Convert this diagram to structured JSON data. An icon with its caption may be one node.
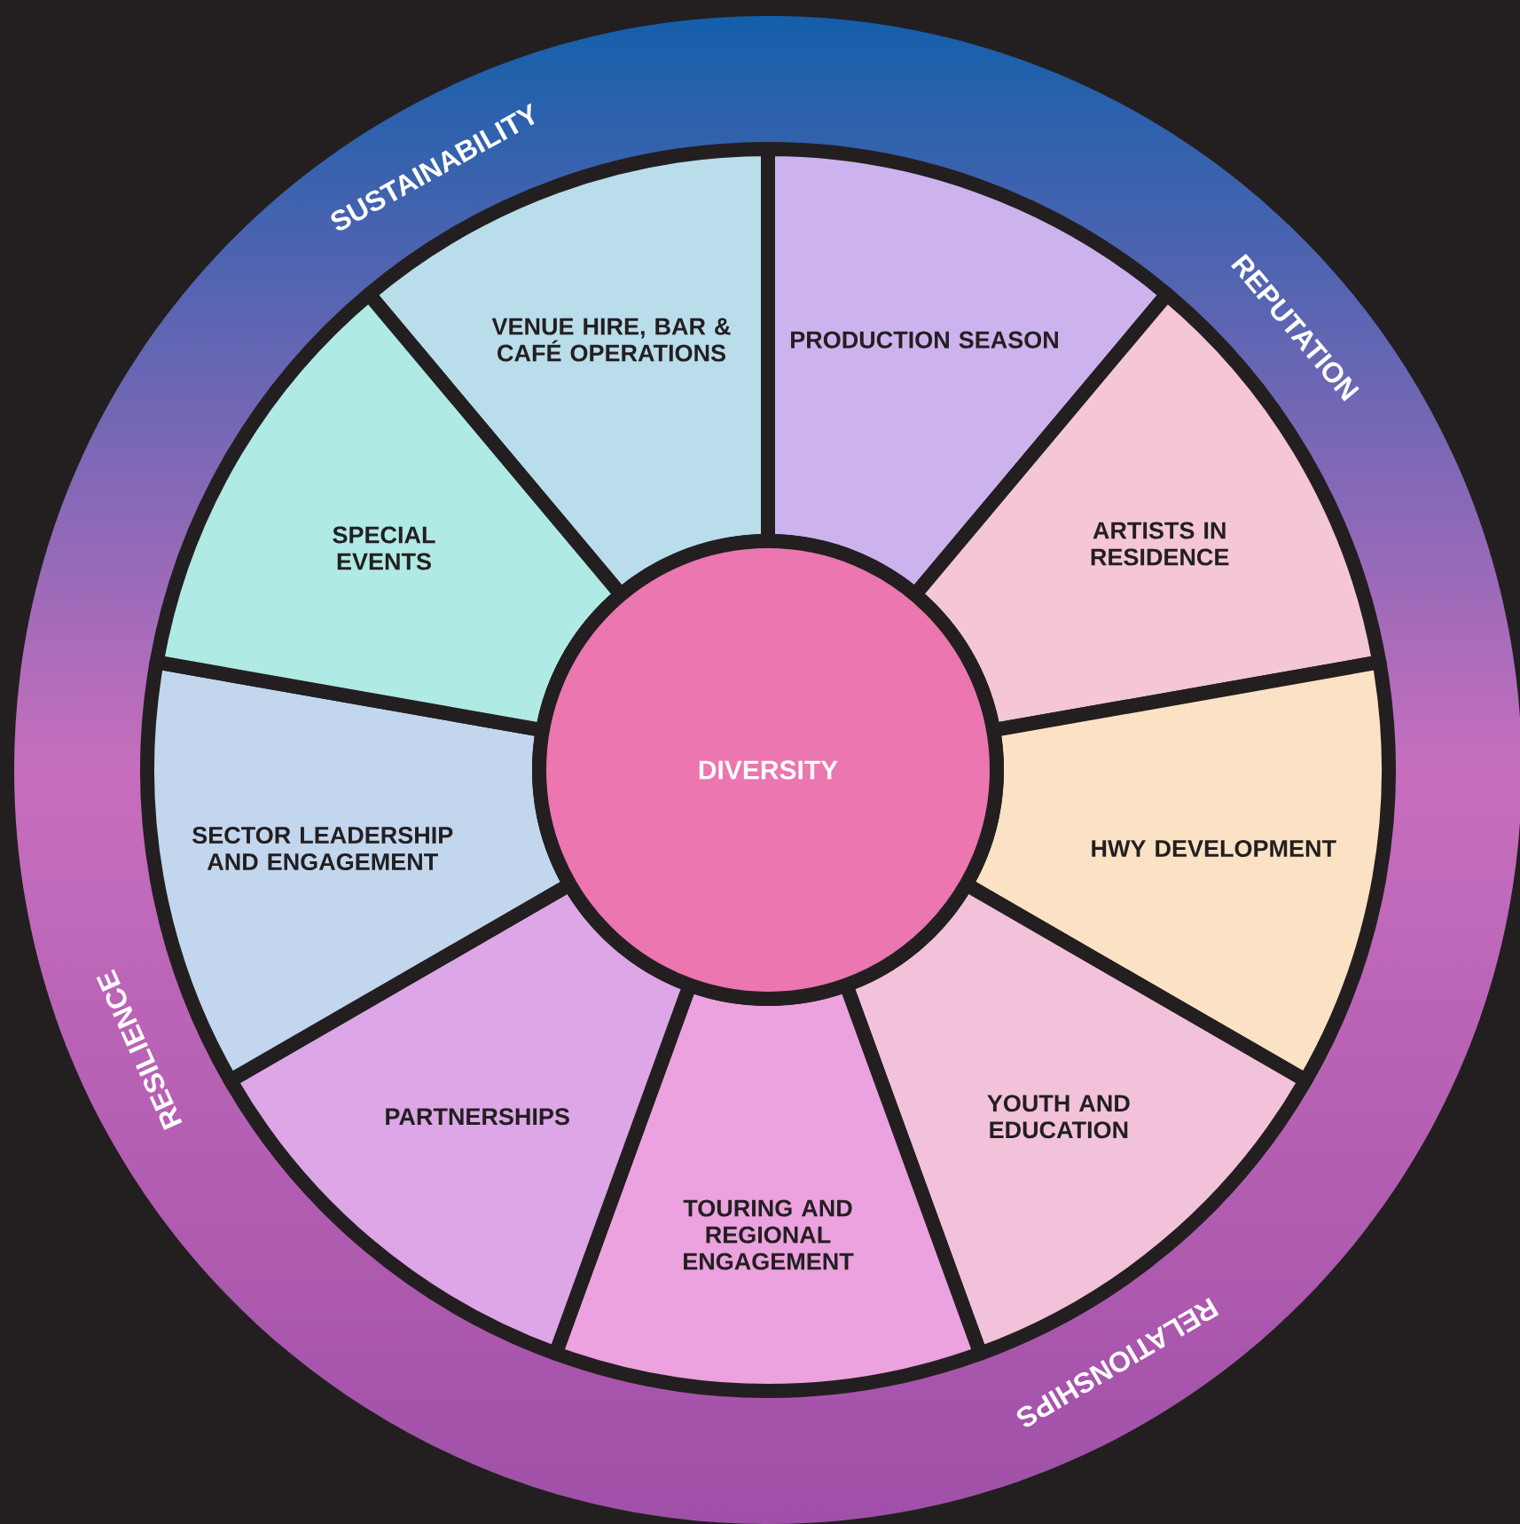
{
  "diagram": {
    "nodes": [
      {
        "text": [
          "VENUE HIRE, BAR & CAFÉ OPERATIONS"
        ]
      },
      {
        "text": [
          "PRODUCTION SEASON"
        ]
      },
      {
        "text": [
          "ARTISTS IN RESIDENCE"
        ]
      },
      {
        "text": [
          "HWY DEVELOPMENT"
        ]
      },
      {
        "text": [
          "YOUTH AND EDUCATION"
        ]
      },
      {
        "text": [
          "TOURING AND REGIONAL ENGAGEMENT"
        ]
      },
      {
        "text": [
          "PARTNERSHIPS"
        ]
      },
      {
        "text": [
          "SECTOR LEADERSHIP AND ENGAGEMENT"
        ]
      },
      {
        "text": [
          "SPECIAL EVENTS"
        ]
      },
      {
        "text": [
          "DIVERSITY"
        ]
      }
    ],
    "labels": [
      "SUSTAINABILITY",
      "REPUTATION",
      "RELATIONSHIPS",
      "RESILIENCE"
    ]
  }
}
